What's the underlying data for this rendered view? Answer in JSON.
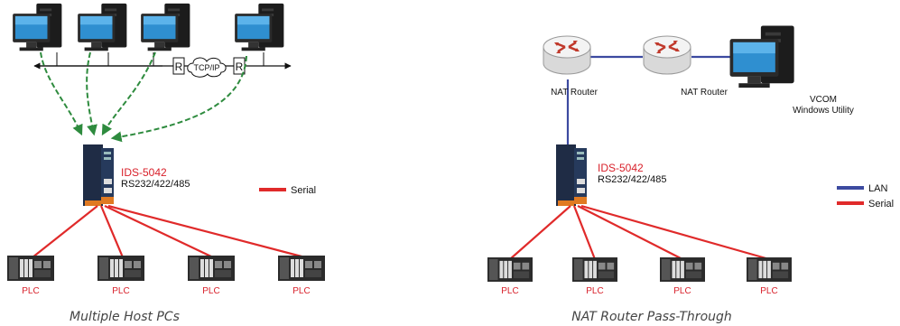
{
  "left": {
    "caption": "Multiple Host PCs",
    "device_name": "IDS-5042",
    "device_spec": "RS232/422/485",
    "router_mark_1": "R",
    "router_mark_2": "R",
    "cloud_label": "TCP/IP",
    "legend": [
      {
        "label": "Serial",
        "color": "#e02a2a"
      }
    ],
    "plc_labels": [
      "PLC",
      "PLC",
      "PLC",
      "PLC"
    ]
  },
  "right": {
    "caption": "NAT Router Pass-Through",
    "device_name": "IDS-5042",
    "device_spec": "RS232/422/485",
    "router_labels": [
      "NAT Router",
      "NAT Router"
    ],
    "vcom_line1": "VCOM",
    "vcom_line2": "Windows Utility",
    "legend": [
      {
        "label": "LAN",
        "color": "#3c4aa0"
      },
      {
        "label": "Serial",
        "color": "#e02a2a"
      }
    ],
    "plc_labels": [
      "PLC",
      "PLC",
      "PLC",
      "PLC"
    ]
  },
  "colors": {
    "serial": "#e02a2a",
    "lan": "#3c4aa0",
    "host_arrow": "#2e8b3e",
    "device_label": "#d8202a"
  }
}
